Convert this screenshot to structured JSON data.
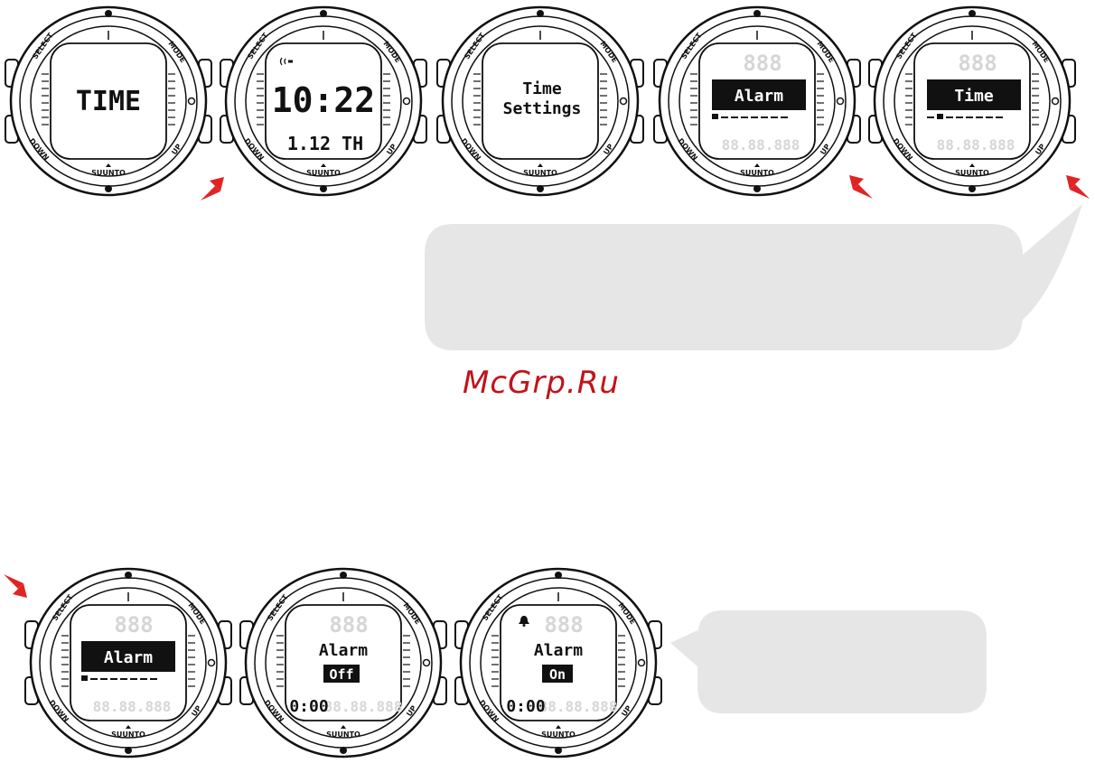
{
  "colors": {
    "accent": "#e02424",
    "bubble": "#e6e6e6",
    "watermark": "#c0141b"
  },
  "watermark": "McGrp.Ru",
  "bezel": {
    "select": "SELECT",
    "mode": "MODE",
    "down": "DOWN",
    "up": "UP",
    "brand": "SUUNTO"
  },
  "ghost_digits": {
    "top": "888",
    "bottom": "88.88.888"
  },
  "watches": {
    "w1": {
      "line1": "TIME"
    },
    "w2": {
      "line1": "10:22",
      "line2": "1.12 TH"
    },
    "w3": {
      "line1": "Time",
      "line2": "Settings"
    },
    "w4": {
      "highlight": "Alarm"
    },
    "w5": {
      "highlight": "Time"
    },
    "w6": {
      "highlight": "Alarm"
    },
    "w7": {
      "title": "Alarm",
      "state": "Off",
      "time": "0:00"
    },
    "w8": {
      "title": "Alarm",
      "state": "On",
      "time": "0:00"
    }
  },
  "arrows": [
    {
      "name": "arrow-up-button-1",
      "icon": "red-arrow-icon"
    },
    {
      "name": "arrow-up-button-4",
      "icon": "red-arrow-icon"
    },
    {
      "name": "arrow-up-button-5",
      "icon": "red-arrow-icon"
    },
    {
      "name": "arrow-select-button-6",
      "icon": "red-arrow-icon"
    }
  ]
}
